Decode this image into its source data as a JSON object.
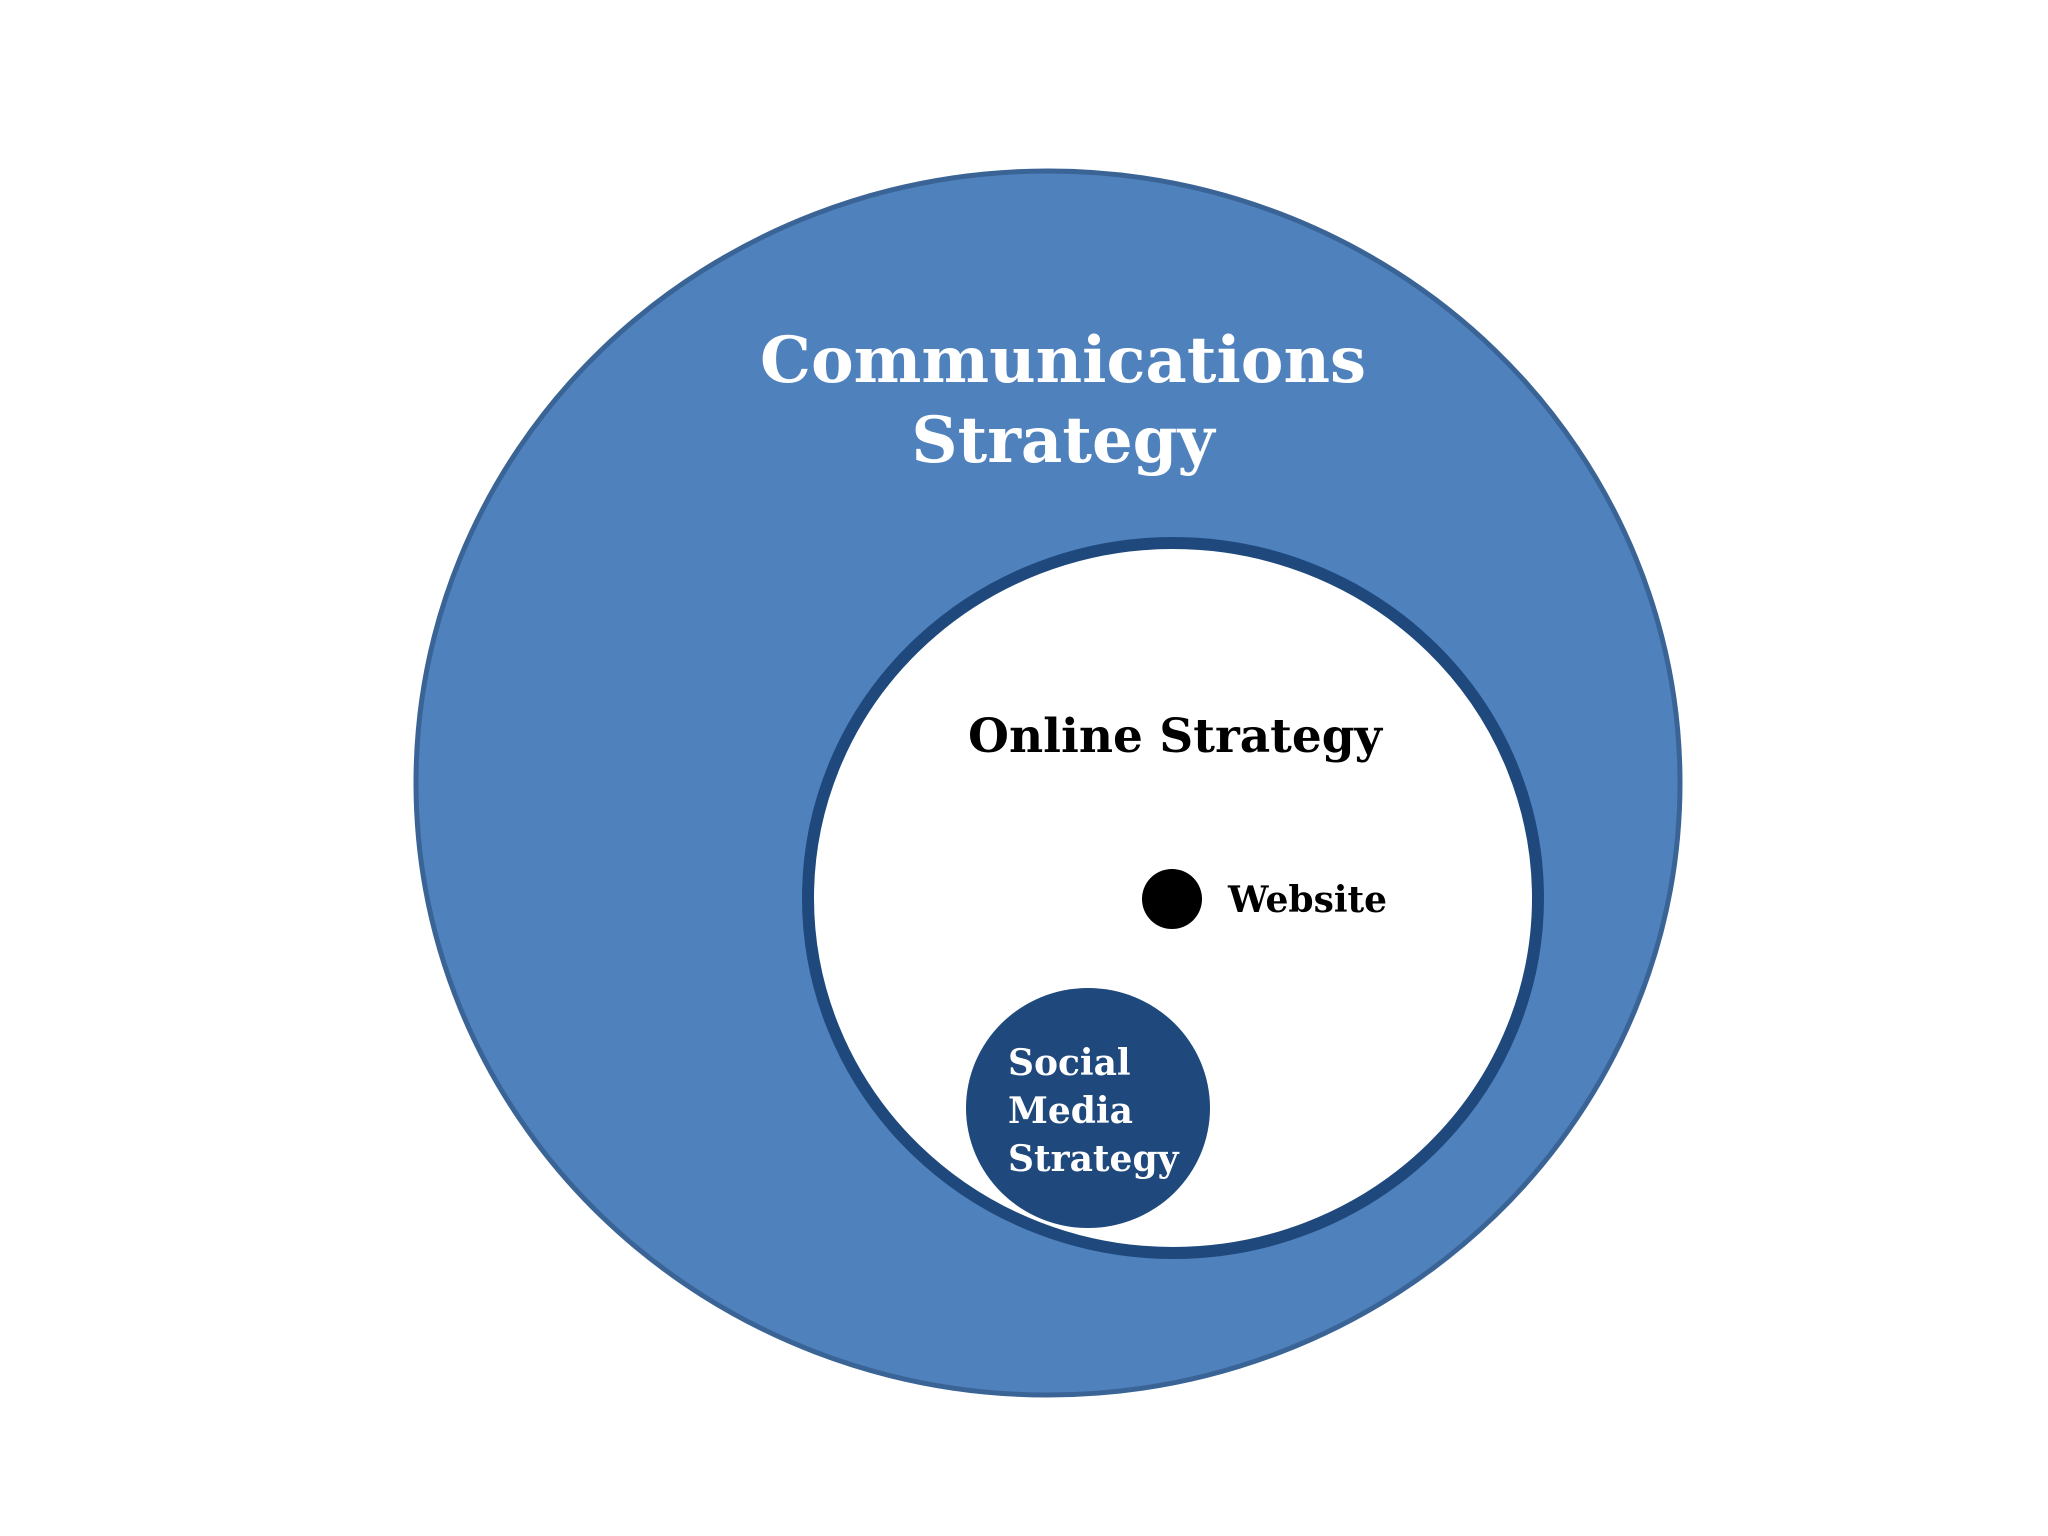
{
  "colors": {
    "outer_fill": "#4f81bd",
    "outer_stroke": "#3a6496",
    "middle_fill": "#ffffff",
    "middle_stroke": "#1f497d",
    "inner_fill": "#1f497d",
    "dot_fill": "#000000"
  },
  "outer": {
    "line1": "Communications",
    "line2": "Strategy"
  },
  "middle": {
    "title": "Online Strategy"
  },
  "website": {
    "label": "Website",
    "icon": "bullet-dot-icon"
  },
  "inner": {
    "line1": "Social",
    "line2": "Media",
    "line3": "Strategy"
  }
}
